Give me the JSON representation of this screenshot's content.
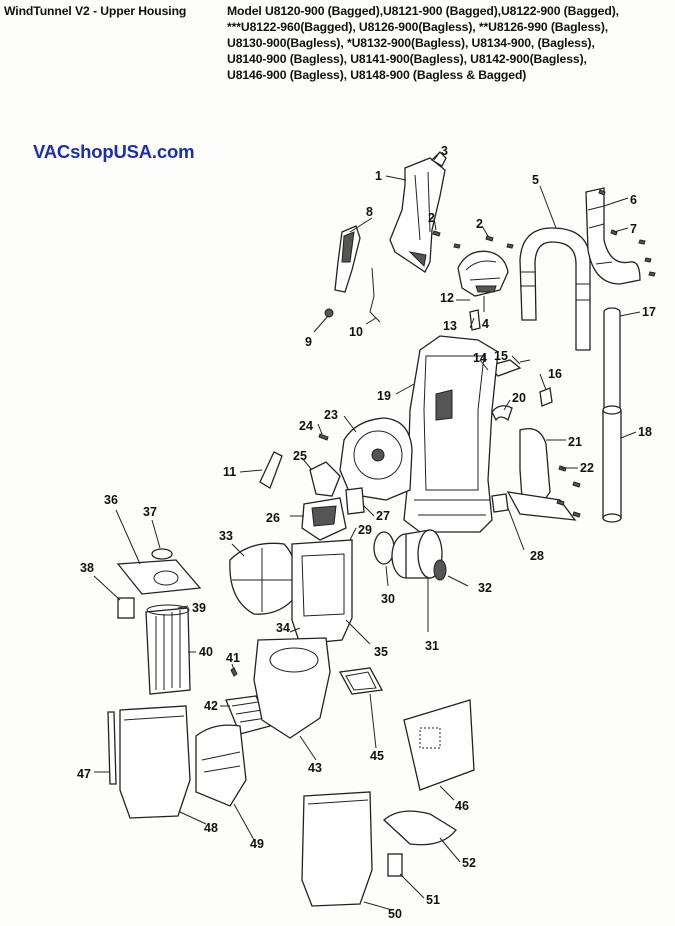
{
  "header": {
    "title": "WindTunnel V2 - Upper Housing",
    "model_lines": [
      "Model U8120-900 (Bagged),U8121-900 (Bagged),U8122-900 (Bagged),",
      "***U8122-960(Bagged), U8126-900(Bagless), **U8126-990 (Bagless),",
      "U8130-900(Bagless), *U8132-900(Bagless), U8134-900, (Bagless),",
      "U8140-900 (Bagless), U8141-900(Bagless), U8142-900(Bagless),",
      "U8146-900 (Bagless), U8148-900 (Bagless & Bagged)"
    ]
  },
  "watermark": "VACshopUSA.com",
  "callouts": [
    "1",
    "2",
    "2",
    "3",
    "4",
    "5",
    "6",
    "7",
    "8",
    "9",
    "10",
    "11",
    "12",
    "13",
    "14",
    "15",
    "16",
    "17",
    "18",
    "19",
    "20",
    "21",
    "22",
    "23",
    "24",
    "25",
    "26",
    "27",
    "28",
    "29",
    "30",
    "31",
    "32",
    "33",
    "34",
    "35",
    "36",
    "37",
    "38",
    "39",
    "40",
    "41",
    "42",
    "43",
    "45",
    "46",
    "47",
    "48",
    "49",
    "50",
    "51",
    "52"
  ]
}
